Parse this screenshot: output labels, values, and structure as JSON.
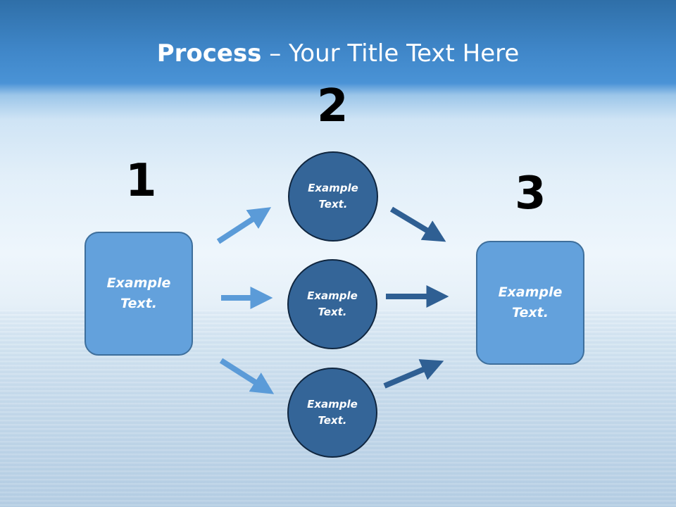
{
  "slide": {
    "title_bold": "Process",
    "title_rest": " – Your Title Text Here",
    "steps": [
      {
        "number": "1",
        "text_line1": "Example",
        "text_line2": "Text."
      },
      {
        "number": "2"
      },
      {
        "number": "3",
        "text_line1": "Example",
        "text_line2": "Text."
      }
    ],
    "circles": [
      {
        "text_line1": "Example",
        "text_line2": "Text."
      },
      {
        "text_line1": "Example",
        "text_line2": "Text."
      },
      {
        "text_line1": "Example",
        "text_line2": "Text."
      }
    ],
    "colors": {
      "box_fill": "#63a1dc",
      "circle_fill": "#346598",
      "arrow_light": "#5b9bd8",
      "arrow_dark": "#2f5f93"
    }
  }
}
